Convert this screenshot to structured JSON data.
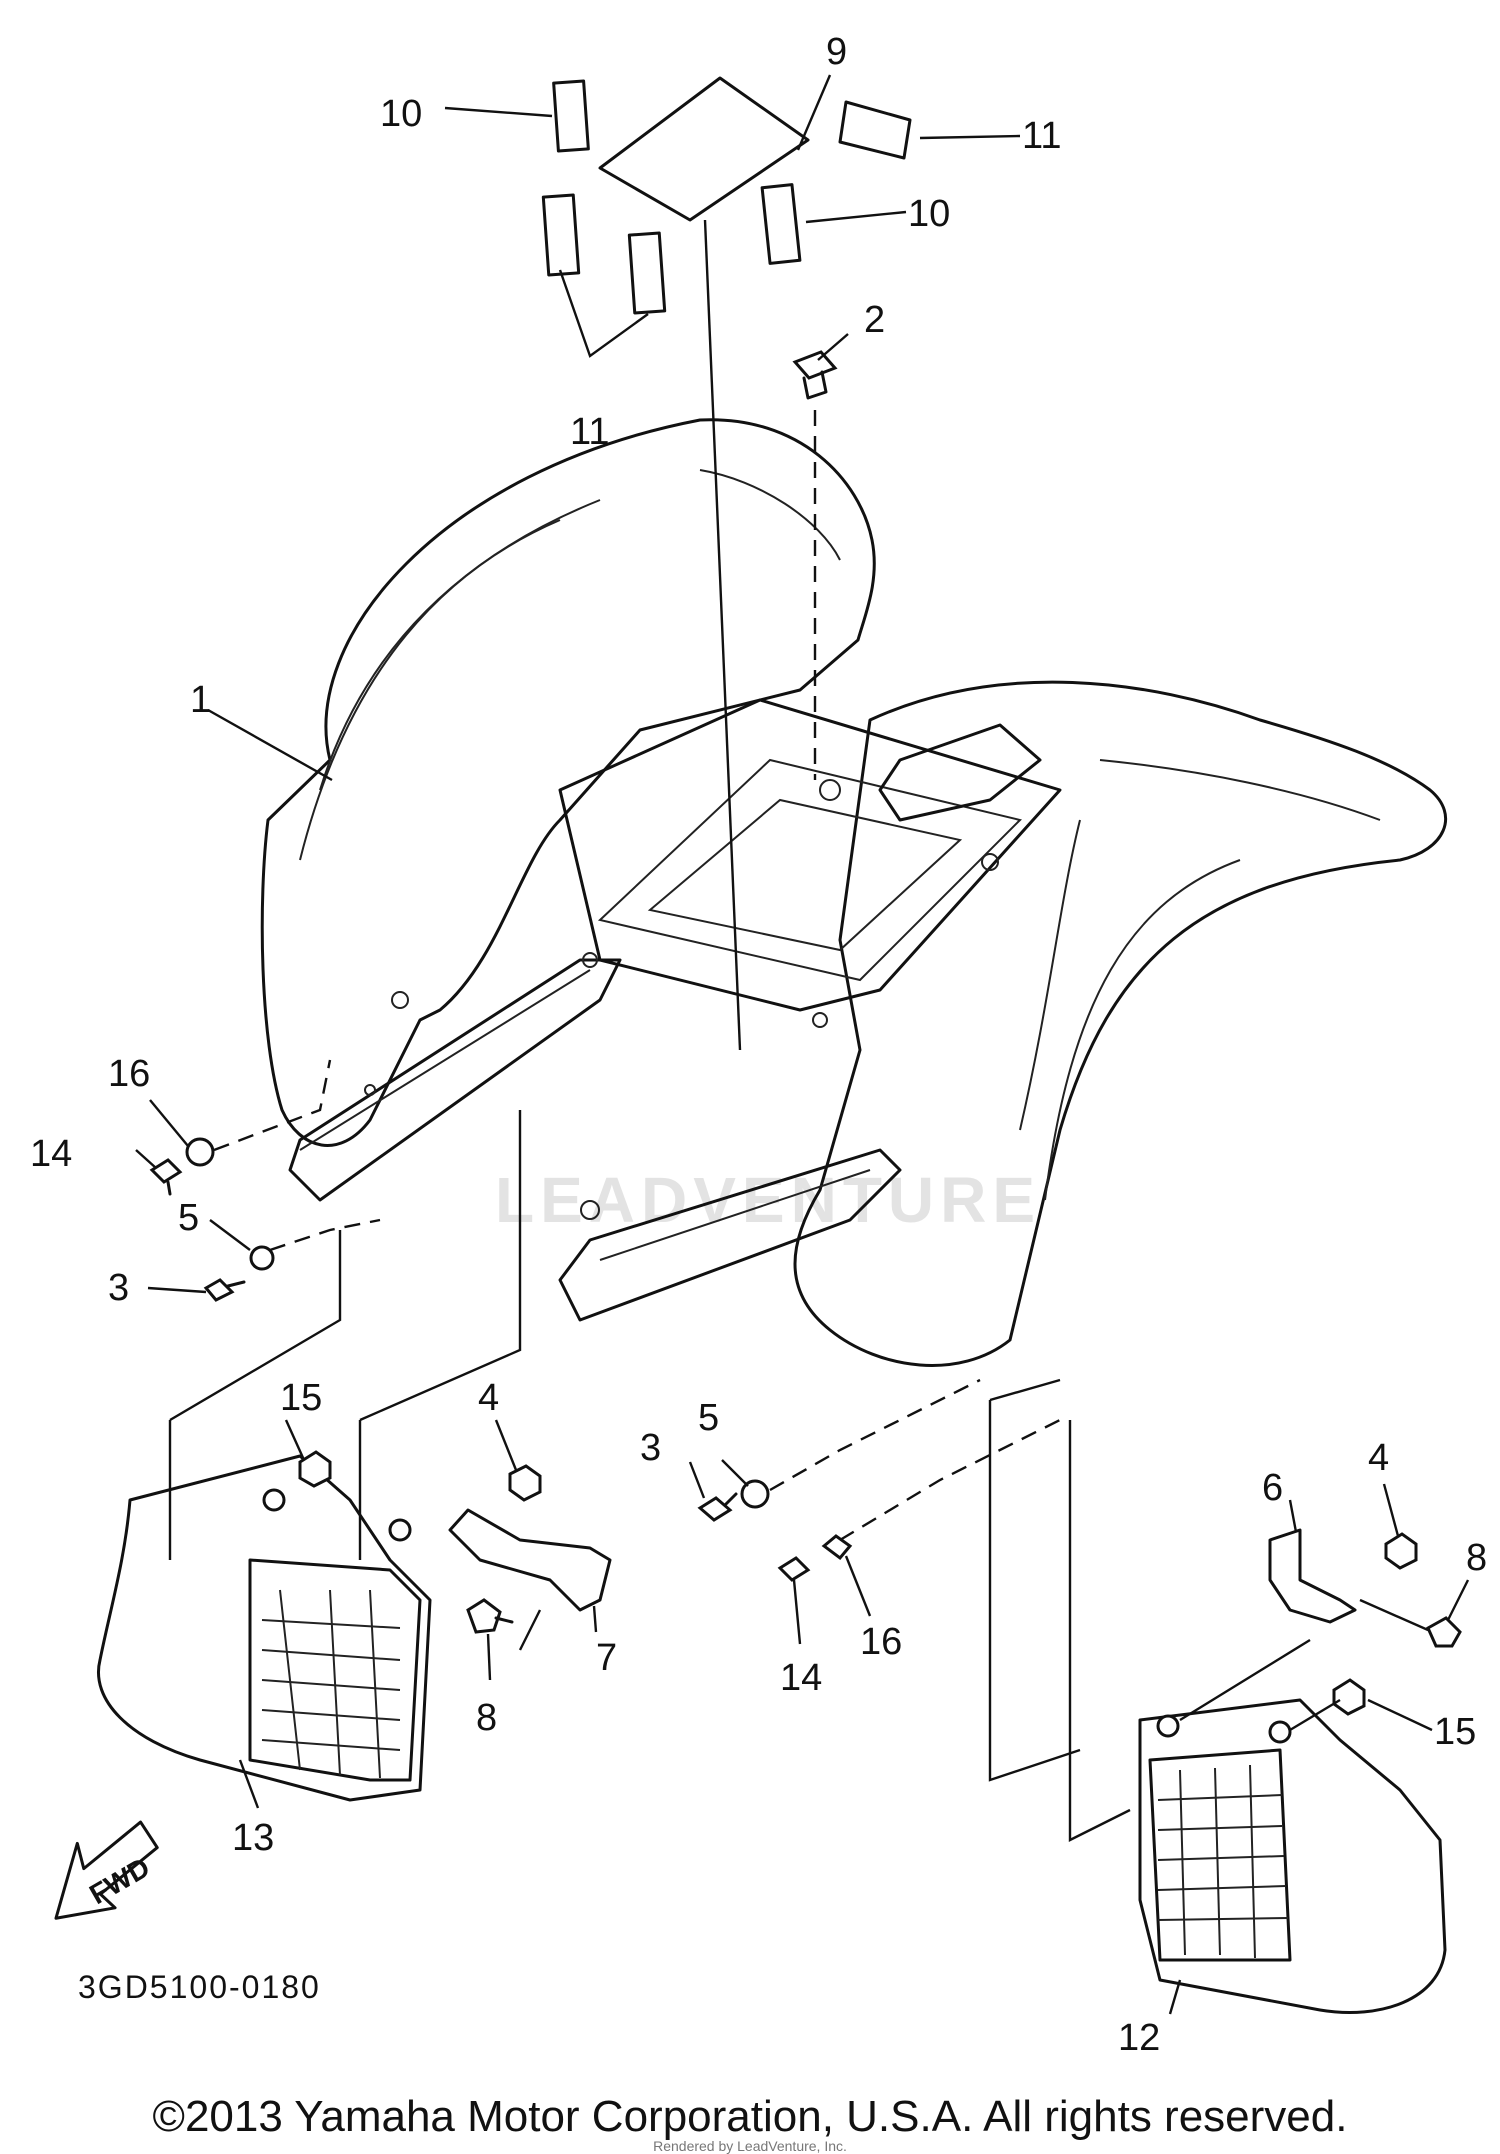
{
  "diagram": {
    "part_labels": [
      "1",
      "2",
      "3",
      "4",
      "5",
      "6",
      "7",
      "8",
      "9",
      "10",
      "11",
      "12",
      "13",
      "14",
      "15",
      "16"
    ],
    "drawing_code": "3GD5100-0180",
    "fwd_label": "FWD",
    "watermark": "LEADVENTURE"
  },
  "footer": {
    "copyright": "©2013 Yamaha Motor Corporation, U.S.A. All rights reserved.",
    "rendered_by": "Rendered by LeadVenture, Inc."
  }
}
